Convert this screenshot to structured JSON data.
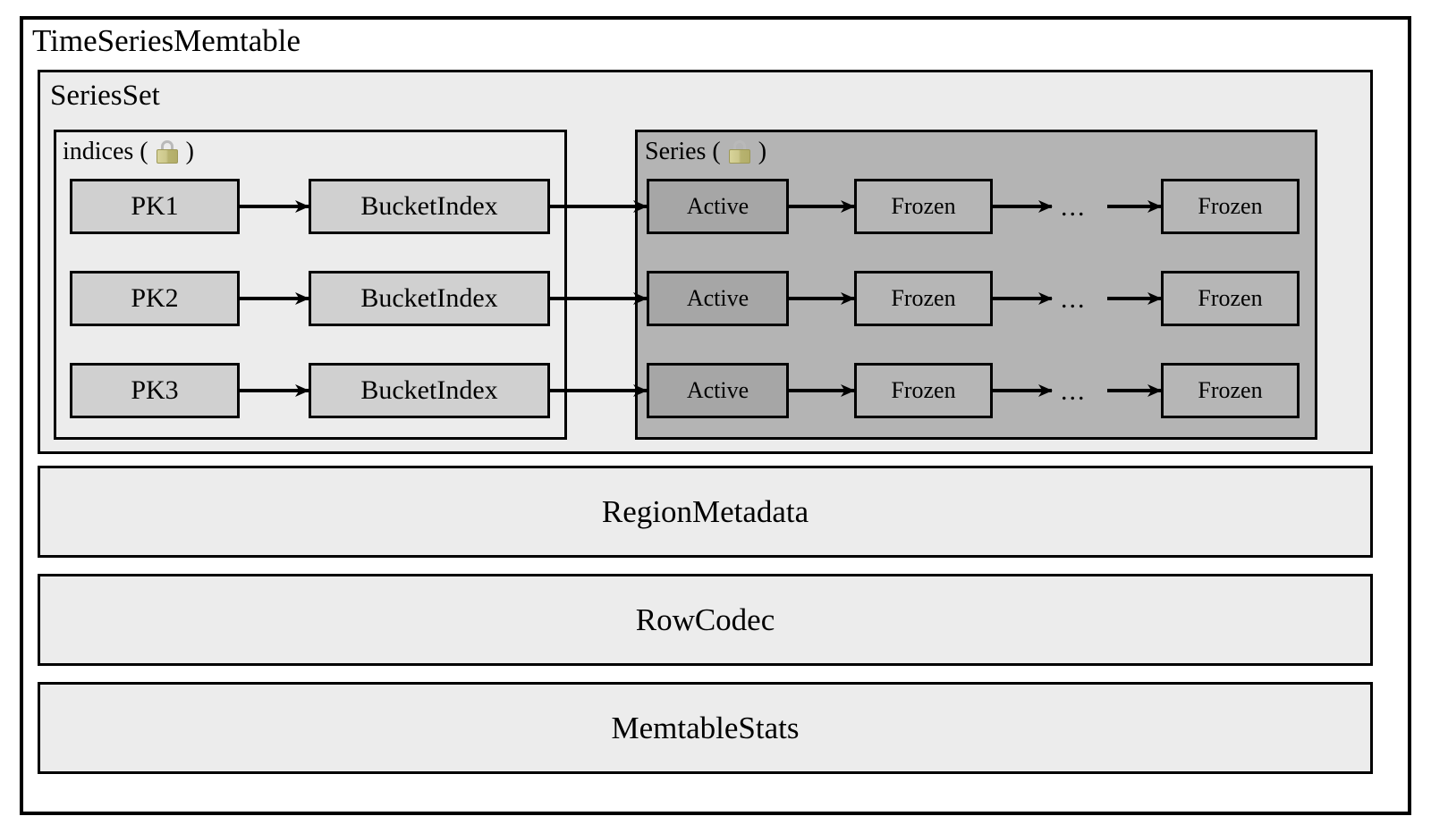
{
  "diagram": {
    "title": "TimeSeriesMemtable",
    "panels": {
      "series_set": {
        "title": "SeriesSet",
        "indices": {
          "label": "indices (",
          "label_close": ")",
          "lock_icon": "lock-icon",
          "rows": [
            {
              "key": "PK1",
              "index": "BucketIndex"
            },
            {
              "key": "PK2",
              "index": "BucketIndex"
            },
            {
              "key": "PK3",
              "index": "BucketIndex"
            }
          ]
        },
        "series": {
          "label": "Series (",
          "label_close": ")",
          "lock_icon": "lock-icon",
          "rows": [
            {
              "active": "Active",
              "frozen_first": "Frozen",
              "ellipsis": "...",
              "frozen_last": "Frozen"
            },
            {
              "active": "Active",
              "frozen_first": "Frozen",
              "ellipsis": "...",
              "frozen_last": "Frozen"
            },
            {
              "active": "Active",
              "frozen_first": "Frozen",
              "ellipsis": "...",
              "frozen_last": "Frozen"
            }
          ]
        }
      }
    },
    "strips": [
      {
        "label": "RegionMetadata"
      },
      {
        "label": "RowCodec"
      },
      {
        "label": "MemtableStats"
      }
    ]
  },
  "colors": {
    "page_background": "#ffffff",
    "panel_light": "#ececec",
    "series_panel": "#b4b4b4",
    "node_light": "#d0d0d0",
    "node_active": "#a6a6a6",
    "node_frozen": "#b6b6b6",
    "stroke": "#000000",
    "lock_body": "#c6c186",
    "lock_shackle": "#b9b9b9"
  }
}
